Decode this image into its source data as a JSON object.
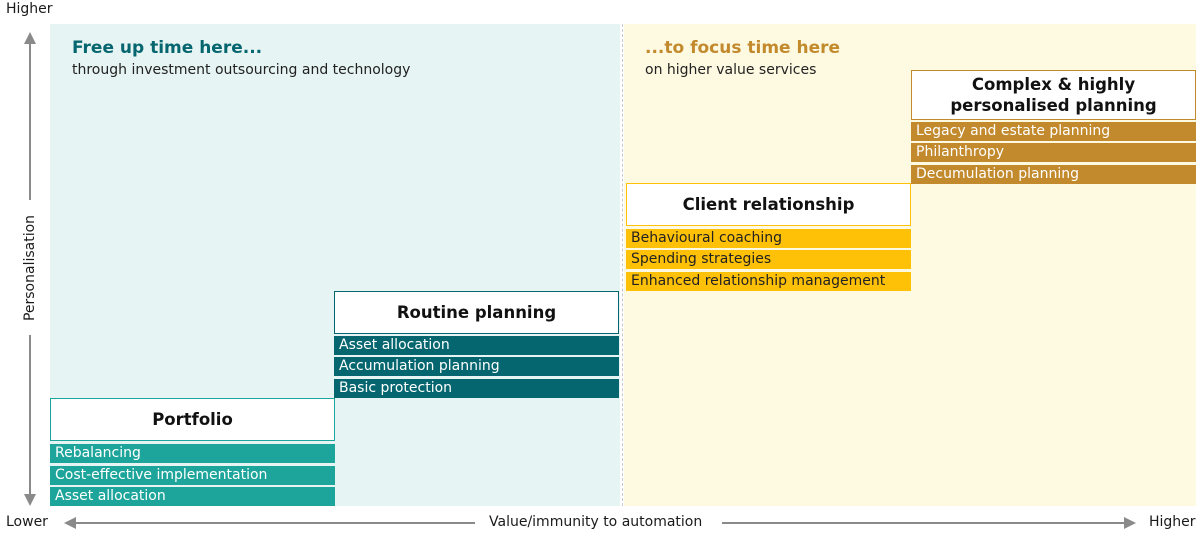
{
  "axes": {
    "y_top": "Higher",
    "y_label": "Personalisation",
    "x_left": "Lower",
    "x_label": "Value/immunity to automation",
    "x_right": "Higher"
  },
  "left_panel": {
    "heading": "Free up time here...",
    "sub": "through investment outsourcing and technology"
  },
  "right_panel": {
    "heading": "...to focus time here",
    "sub": "on higher value services"
  },
  "blocks": [
    {
      "title": "Portfolio",
      "items": [
        "Rebalancing",
        "Cost-effective implementation",
        "Asset allocation"
      ]
    },
    {
      "title": "Routine planning",
      "items": [
        "Asset allocation",
        "Accumulation planning",
        "Basic protection"
      ]
    },
    {
      "title": "Client relationship",
      "items": [
        "Behavioural coaching",
        "Spending strategies",
        "Enhanced relationship management"
      ]
    },
    {
      "title_line1": "Complex & highly",
      "title_line2": "personalised planning",
      "items": [
        "Legacy and estate planning",
        "Philanthropy",
        "Decumulation planning"
      ]
    }
  ],
  "colors": {
    "left_bg": "#e6f4f3",
    "right_bg": "#fef9e1",
    "teal_heading": "#05666f",
    "gold_heading": "#c28a2d",
    "portfolio": "#1ea59b",
    "routine": "#05666f",
    "client": "#ffc107",
    "complex": "#c28a2d"
  }
}
